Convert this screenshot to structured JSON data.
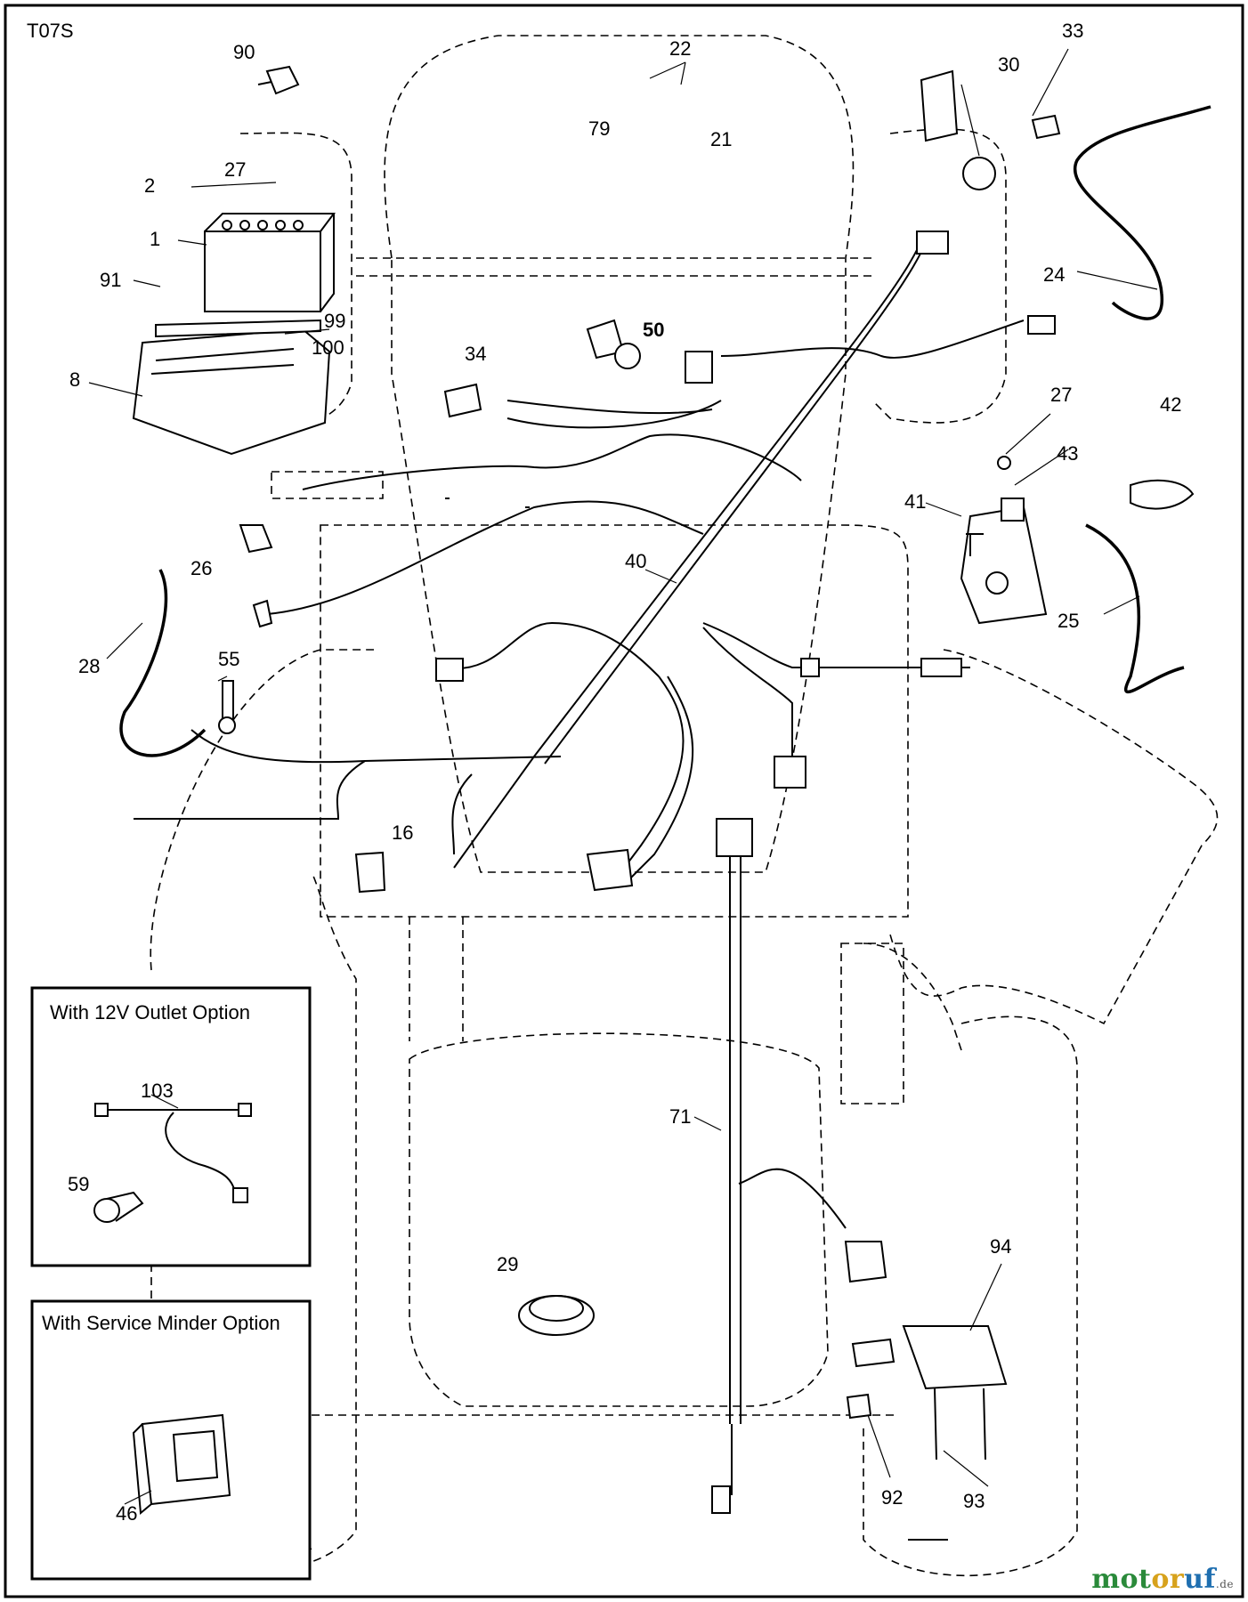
{
  "diagram": {
    "code": "T07S",
    "callouts": [
      {
        "id": "c90",
        "label": "90"
      },
      {
        "id": "c22",
        "label": "22"
      },
      {
        "id": "c33",
        "label": "33"
      },
      {
        "id": "c30",
        "label": "30"
      },
      {
        "id": "c79",
        "label": "79"
      },
      {
        "id": "c21",
        "label": "21"
      },
      {
        "id": "c27a",
        "label": "27"
      },
      {
        "id": "c2",
        "label": "2"
      },
      {
        "id": "c1",
        "label": "1"
      },
      {
        "id": "c24",
        "label": "24"
      },
      {
        "id": "c91",
        "label": "91"
      },
      {
        "id": "c50",
        "label": "50"
      },
      {
        "id": "c99",
        "label": "99"
      },
      {
        "id": "c100",
        "label": "100"
      },
      {
        "id": "c34",
        "label": "34"
      },
      {
        "id": "c8",
        "label": "8"
      },
      {
        "id": "c27b",
        "label": "27"
      },
      {
        "id": "c42",
        "label": "42"
      },
      {
        "id": "c43",
        "label": "43"
      },
      {
        "id": "c41",
        "label": "41"
      },
      {
        "id": "c40",
        "label": "40"
      },
      {
        "id": "c26",
        "label": "26"
      },
      {
        "id": "c25",
        "label": "25"
      },
      {
        "id": "c28",
        "label": "28"
      },
      {
        "id": "c55",
        "label": "55"
      },
      {
        "id": "c16",
        "label": "16"
      },
      {
        "id": "c103",
        "label": "103"
      },
      {
        "id": "c71",
        "label": "71"
      },
      {
        "id": "c59",
        "label": "59"
      },
      {
        "id": "c94",
        "label": "94"
      },
      {
        "id": "c29",
        "label": "29"
      },
      {
        "id": "c92",
        "label": "92"
      },
      {
        "id": "c46",
        "label": "46"
      },
      {
        "id": "c93",
        "label": "93"
      }
    ],
    "options": [
      {
        "title": "With 12V Outlet Option"
      },
      {
        "title": "With Service Minder Option"
      }
    ]
  },
  "watermark": {
    "part1": "mot",
    "part2": "or",
    "part3": "uf",
    "tld": ".de"
  },
  "colors": {
    "line": "#000000",
    "background": "#ffffff"
  }
}
